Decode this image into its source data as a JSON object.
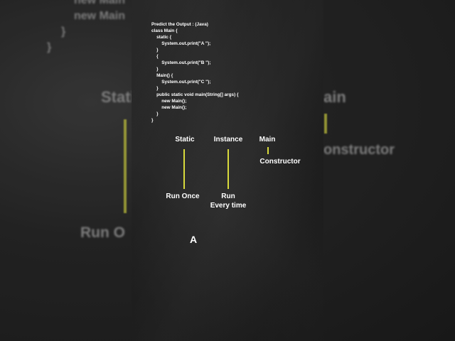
{
  "code": {
    "lines": [
      "Predict the Output : (Java)",
      "class Main {",
      "    static {",
      "        System.out.print(\"A \");",
      "    }",
      "    {",
      "        System.out.print(\"B \");",
      "    }",
      "    Main() {",
      "        System.out.print(\"C \");",
      "    }",
      "    public static void main(String[] args) {",
      "        new Main();",
      "        new Main();",
      "    }",
      "}"
    ]
  },
  "labels": {
    "static": "Static",
    "instance": "Instance",
    "main": "Main",
    "constructor": "Constructor",
    "run_once": "Run Once",
    "run_every_time": "Run\nEvery time"
  },
  "answer": "A",
  "background": {
    "left_code_1": "new Main",
    "left_code_2": "new Main",
    "left_brace_1": "}",
    "left_brace_2": "}",
    "left_static": "Stati",
    "right_main": "ain",
    "right_constructor": "onstructor",
    "left_run_once": "Run O"
  },
  "colors": {
    "accent_line": "#d8da3c",
    "text": "#ffffff",
    "panel": "#232323",
    "blurred_text": "#7d7d7d"
  }
}
